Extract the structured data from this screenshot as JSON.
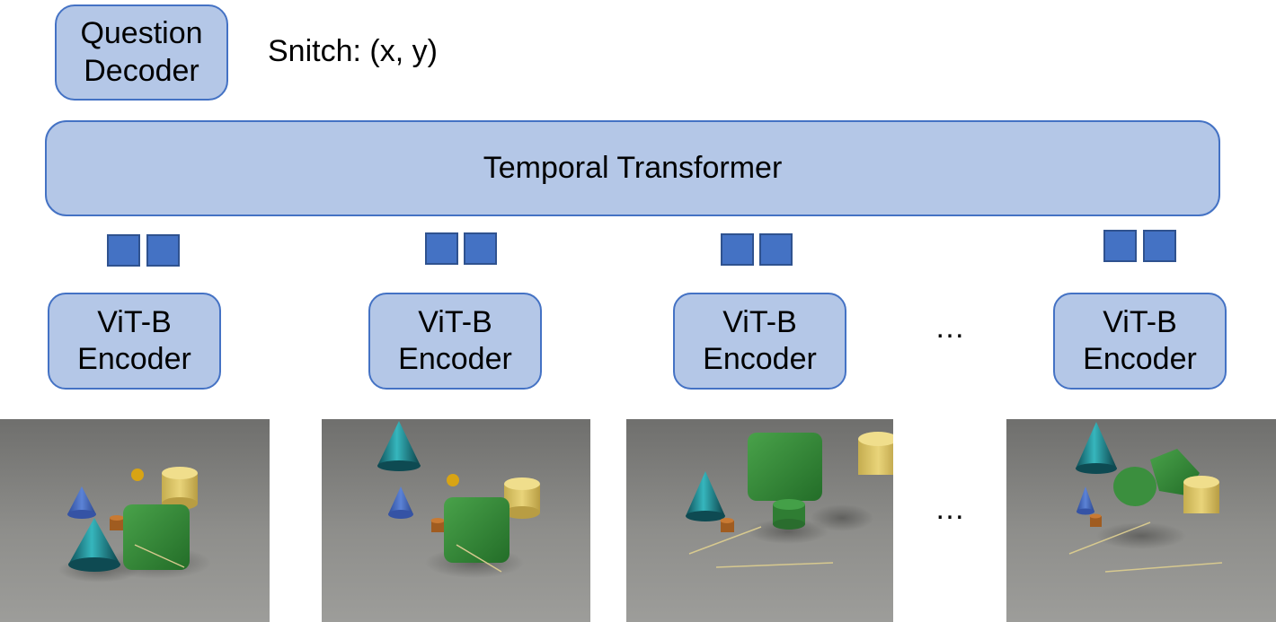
{
  "question_decoder": {
    "line1": "Question",
    "line2": "Decoder"
  },
  "snitch_label": "Snitch: (x, y)",
  "temporal_transformer": "Temporal Transformer",
  "encoder": {
    "line1": "ViT-B",
    "line2": "Encoder"
  },
  "ellipsis": "…",
  "colors": {
    "box_fill": "#b4c7e7",
    "box_border": "#4472c4",
    "token_fill": "#4472c4"
  }
}
